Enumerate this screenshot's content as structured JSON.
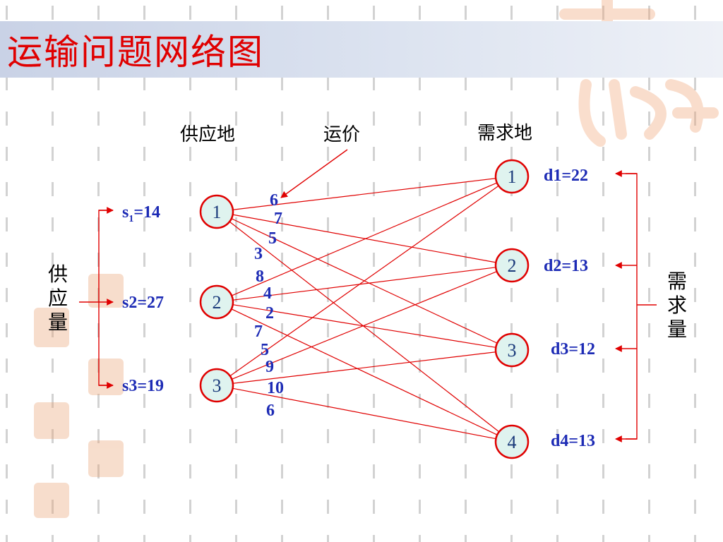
{
  "title": "运输问题网络图",
  "headers": {
    "supply_site": "供应地",
    "cost": "运价",
    "demand_site": "需求地"
  },
  "supply_total_label": [
    "供",
    "应",
    "量"
  ],
  "demand_total_label": [
    "需",
    "求",
    "量"
  ],
  "supply_nodes": [
    {
      "id": "1",
      "label": "s",
      "sub": "1",
      "value": "=14"
    },
    {
      "id": "2",
      "label": "s2=27"
    },
    {
      "id": "3",
      "label": "s3=19"
    }
  ],
  "demand_nodes": [
    {
      "id": "1",
      "label": "d1=22"
    },
    {
      "id": "2",
      "label": "d2=13"
    },
    {
      "id": "3",
      "label": "d3=12"
    },
    {
      "id": "4",
      "label": "d4=13"
    }
  ],
  "edges": [
    {
      "from": 1,
      "to": 1,
      "cost": "6"
    },
    {
      "from": 1,
      "to": 2,
      "cost": "7"
    },
    {
      "from": 1,
      "to": 3,
      "cost": "5"
    },
    {
      "from": 1,
      "to": 4,
      "cost": "3"
    },
    {
      "from": 2,
      "to": 1,
      "cost": "8"
    },
    {
      "from": 2,
      "to": 2,
      "cost": "4"
    },
    {
      "from": 2,
      "to": 3,
      "cost": "2"
    },
    {
      "from": 2,
      "to": 4,
      "cost": "7"
    },
    {
      "from": 3,
      "to": 1,
      "cost": "5"
    },
    {
      "from": 3,
      "to": 2,
      "cost": "9"
    },
    {
      "from": 3,
      "to": 3,
      "cost": "10"
    },
    {
      "from": 3,
      "to": 4,
      "cost": "6"
    }
  ],
  "colors": {
    "node_stroke": "#e00000",
    "node_fill": "#dff3ef",
    "edge": "#e00000",
    "value_text": "#1d2bb5"
  }
}
